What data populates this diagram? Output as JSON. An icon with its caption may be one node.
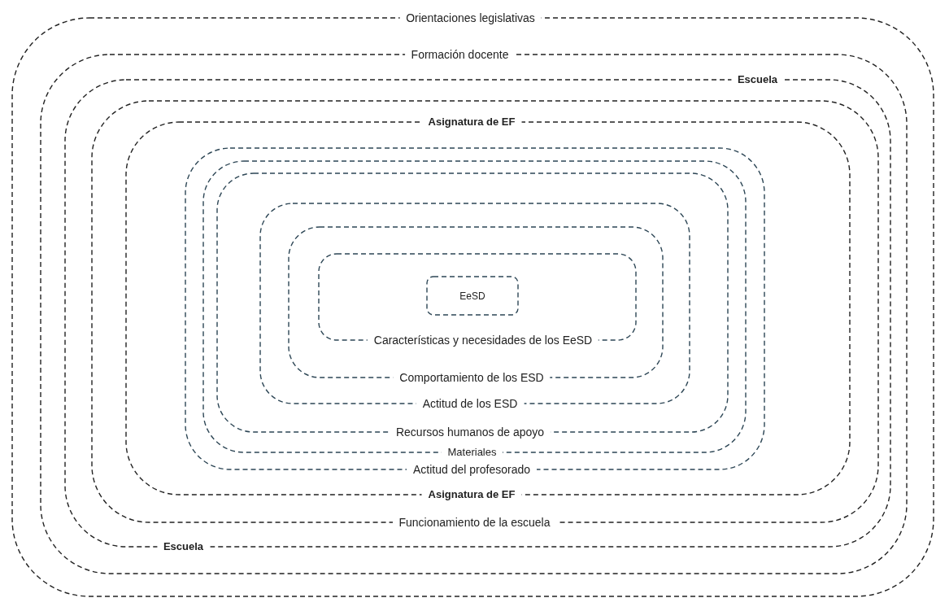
{
  "diagram": {
    "nodes": [
      {
        "text": [
          "Orientaciones legislativas"
        ]
      },
      {
        "text": [
          "Formación docente"
        ],
        "in": 0
      },
      {
        "text": [
          "Escuela",
          "Escuela"
        ],
        "in": 1
      },
      {
        "text": [
          "Funcionamiento de la escuela"
        ],
        "in": 2
      },
      {
        "text": [
          "Asignatura de EF",
          "Asignatura de EF"
        ],
        "in": 3
      },
      {
        "text": [
          "Actitud del profesorado"
        ],
        "in": 4
      },
      {
        "text": [
          "Materiales"
        ],
        "in": 5
      },
      {
        "text": [
          "Recursos humanos de apoyo"
        ],
        "in": 6
      },
      {
        "text": [
          "Actitud de los ESD"
        ],
        "in": 7
      },
      {
        "text": [
          "Comportamiento de los ESD"
        ],
        "in": 8
      },
      {
        "text": [
          "Características y necesidades de los EeSD"
        ],
        "in": 9
      },
      {
        "text": [
          "EeSD"
        ],
        "in": 10
      }
    ]
  }
}
